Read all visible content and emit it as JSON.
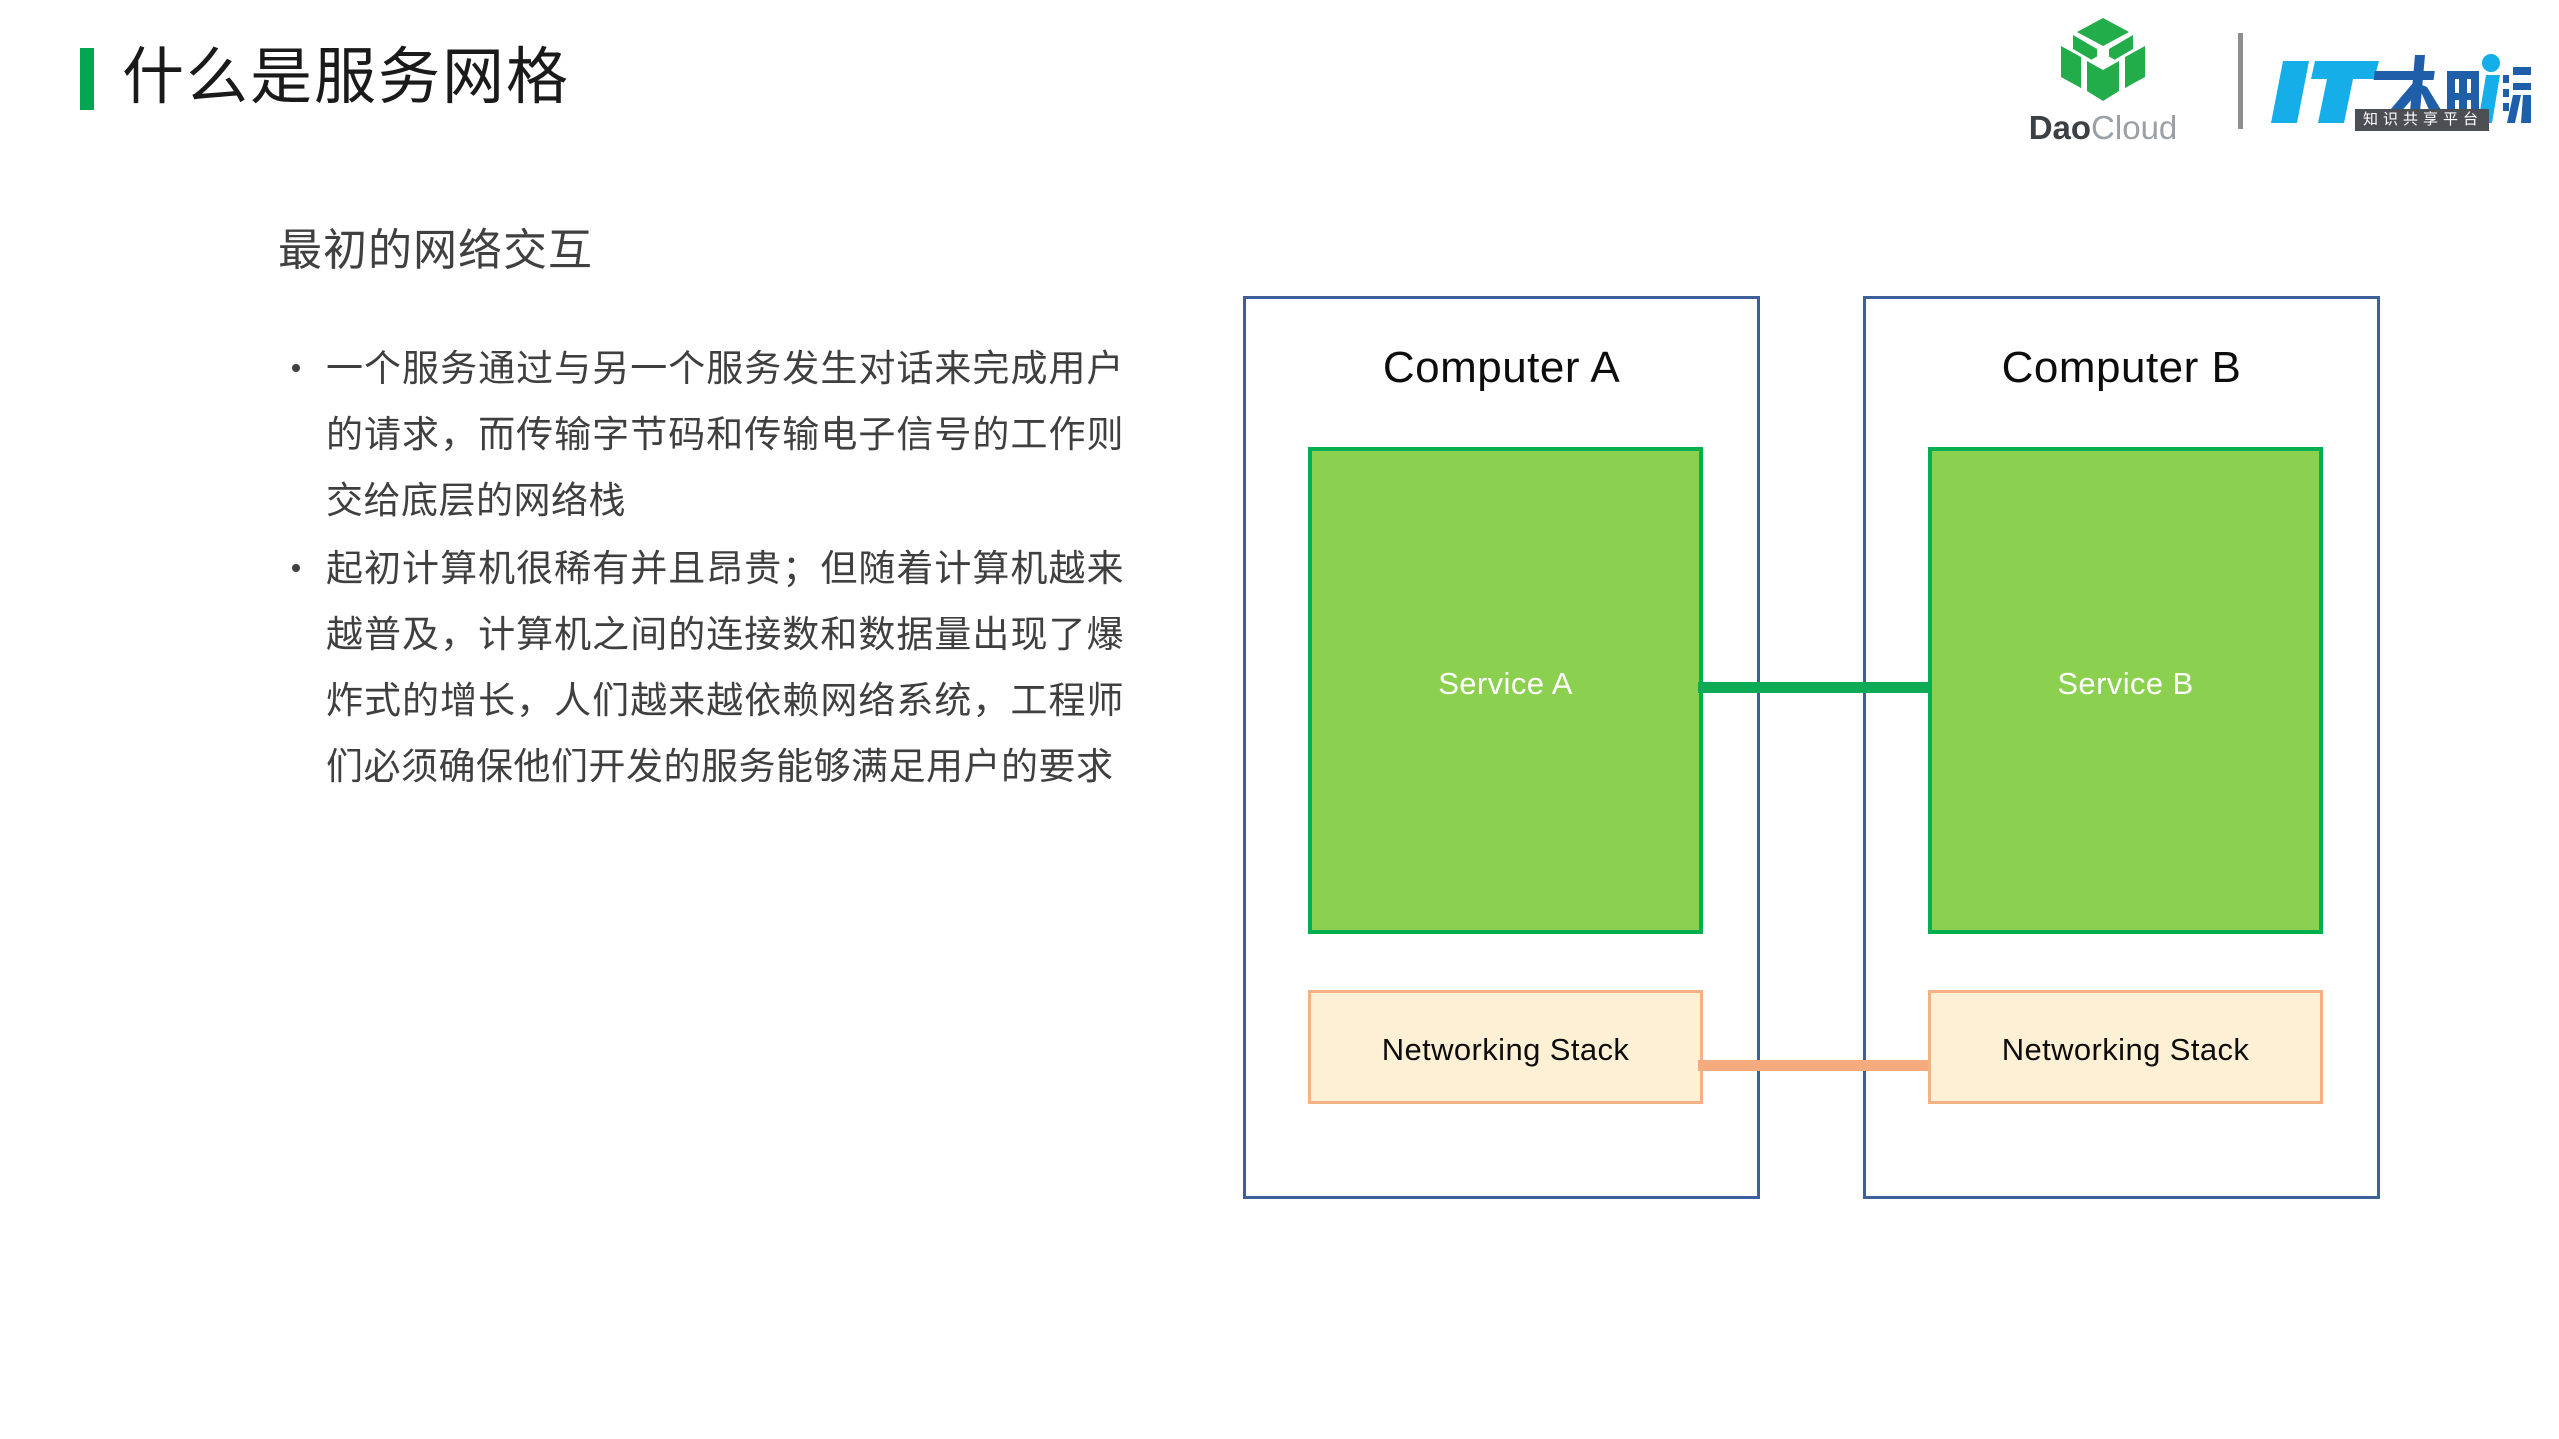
{
  "slide": {
    "title": "什么是服务网格",
    "accent_color": "#00A651",
    "background": "#FFFFFF"
  },
  "branding": {
    "daocloud": {
      "name_bold": "Dao",
      "name_light": "Cloud",
      "mark": "green-cube-icon",
      "color": "#22AC4A"
    },
    "itdakashuo": {
      "wordmark": "IT大咖说",
      "tagline": "知识共享平台",
      "color": "#12A5E5",
      "accent_color": "#1F5FA9"
    }
  },
  "content": {
    "heading": "最初的网络交互",
    "bullets": [
      "一个服务通过与另一个服务发生对话来完成用户的请求，而传输字节码和传输电子信号的工作则交给底层的网络栈",
      "起初计算机很稀有并且昂贵；但随着计算机越来越普及，计算机之间的连接数和数据量出现了爆炸式的增长，人们越来越依赖网络系统，工程师们必须确保他们开发的服务能够满足用户的要求"
    ]
  },
  "diagram": {
    "type": "block-diagram",
    "computers": [
      {
        "title": "Computer A",
        "service": "Service A",
        "networking_stack": "Networking Stack"
      },
      {
        "title": "Computer B",
        "service": "Service B",
        "networking_stack": "Networking Stack"
      }
    ],
    "connectors": [
      {
        "name": "service-link",
        "from": "Service A",
        "to": "Service B",
        "color": "#0DAB55"
      },
      {
        "name": "networking-stack-link",
        "from": "Networking Stack",
        "to": "Networking Stack",
        "color": "#F5AB7E"
      }
    ],
    "colors": {
      "computer_border": "#3F5F9C",
      "service_fill": "#8CD04F",
      "service_border": "#00B050",
      "service_text": "#FFFFFF",
      "netstack_fill": "#FDF0D5",
      "netstack_border": "#F4B183",
      "netstack_text": "#0D0D0D"
    }
  }
}
